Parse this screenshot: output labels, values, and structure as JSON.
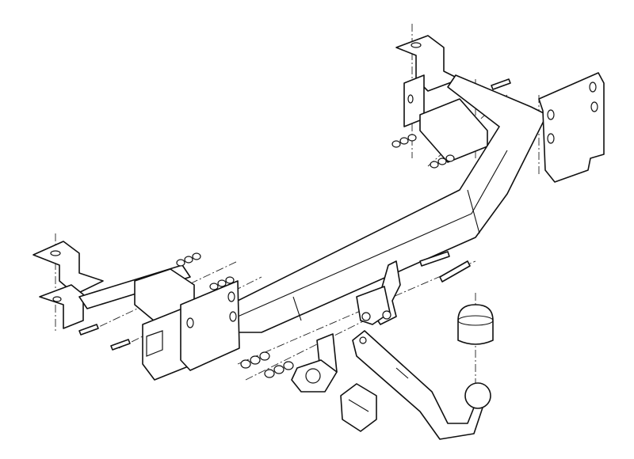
{
  "diagram": {
    "type": "exploded-assembly-line-drawing",
    "colors": {
      "line": "#111111",
      "background": "#ffffff"
    },
    "parts": [
      "crossbeam",
      "left-mounting-plate",
      "right-mounting-plate",
      "left-upper-bracket",
      "left-lower-bracket",
      "right-upper-bracket",
      "right-clamp-plate",
      "tow-ball-neck",
      "tow-ball",
      "ball-cover",
      "socket-bracket",
      "electrical-socket",
      "socket-cover",
      "bolts",
      "nuts-washers"
    ]
  }
}
